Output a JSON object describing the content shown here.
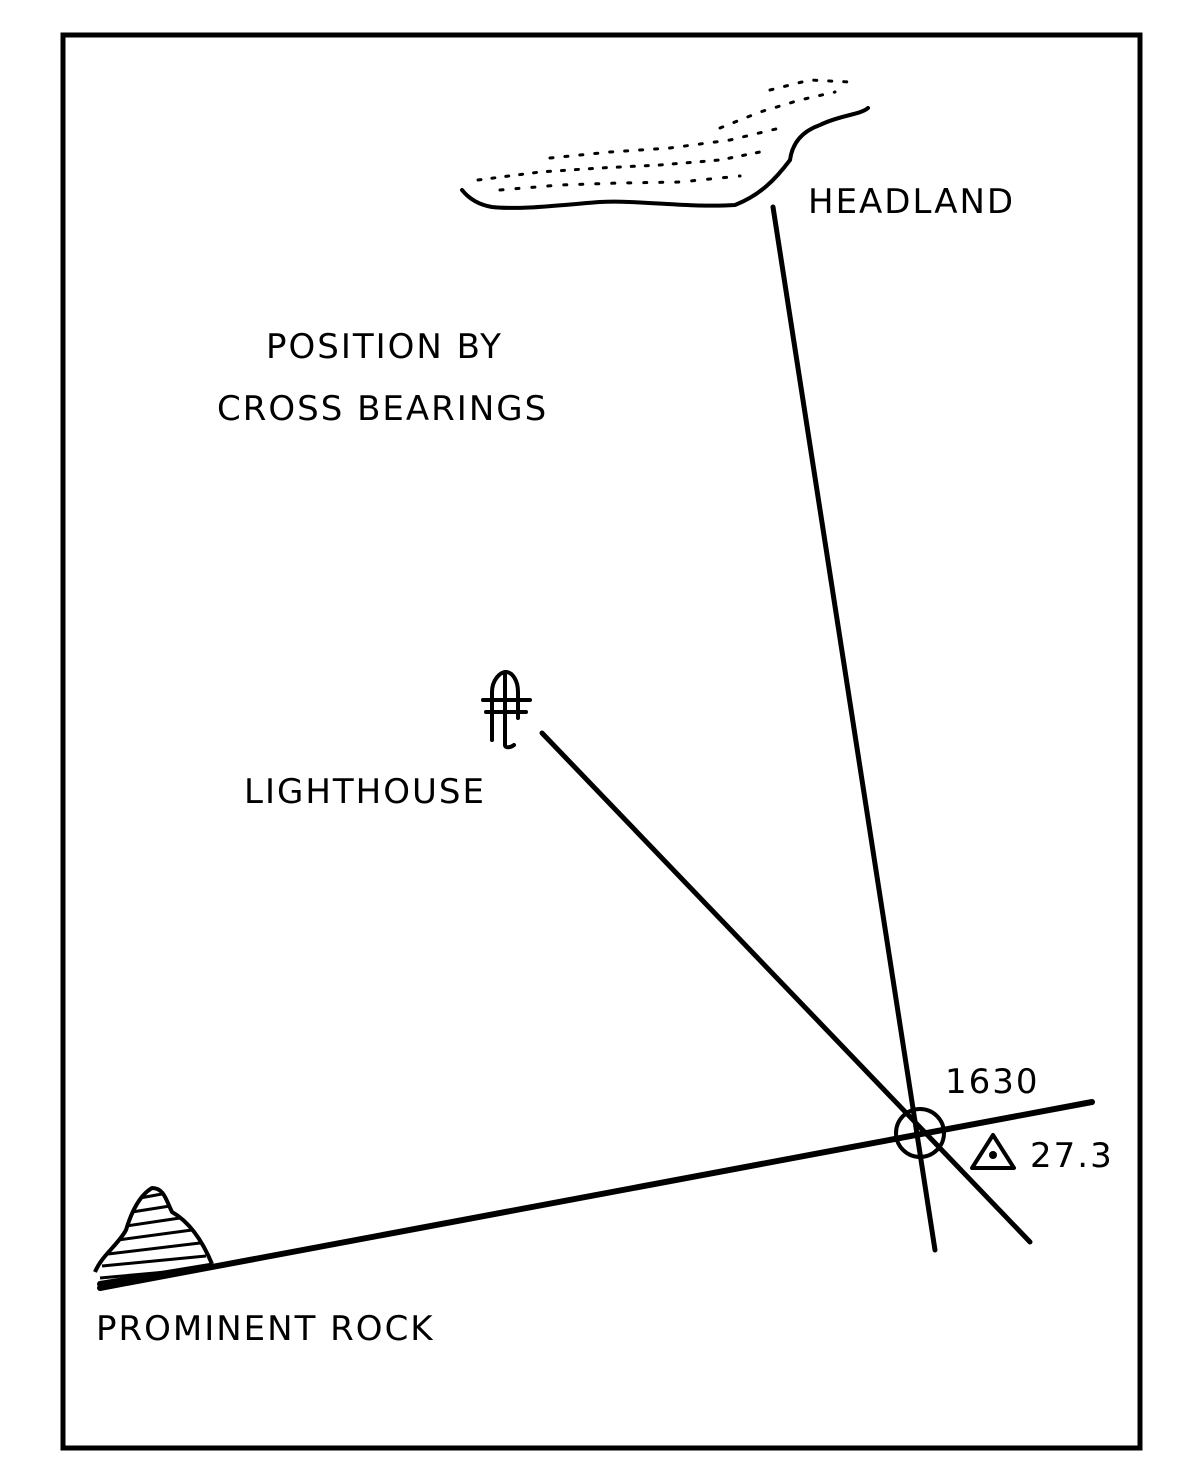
{
  "diagram": {
    "title": {
      "line1": "POSITION BY",
      "line2": "CROSS BEARINGS"
    },
    "labels": {
      "headland": "HEADLAND",
      "lighthouse": "LIGHTHOUSE",
      "prominent_rock": "PROMINENT ROCK",
      "fix_time": "1630",
      "dr_log": "27.3"
    },
    "icons": {
      "lighthouse": "lighthouse-symbol",
      "rock": "hatched-rock",
      "fix": "circled-fix-mark",
      "log_marker": "triangle-with-dot"
    },
    "colors": {
      "ink": "#000000",
      "paper": "#ffffff"
    }
  }
}
